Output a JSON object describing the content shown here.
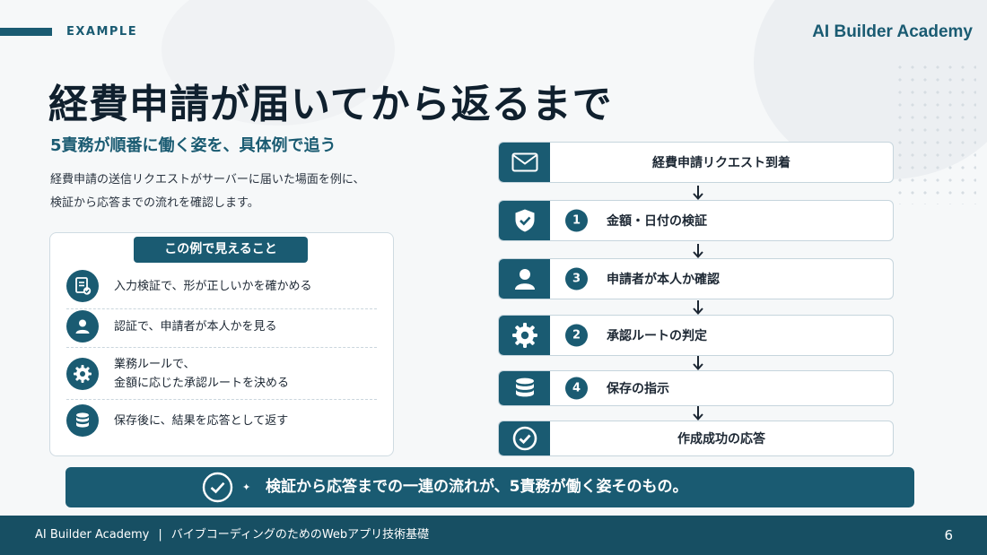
{
  "header": {
    "section_label": "EXAMPLE",
    "brand": "AI Builder Academy"
  },
  "title": "経費申請が届いてから返るまで",
  "subtitle": "5責務が順番に働く姿を、具体例で追う",
  "description": [
    "経費申請の送信リクエストがサーバーに届いた場面を例に、",
    "検証から応答までの流れを確認します。"
  ],
  "card": {
    "heading": "この例で見えること",
    "items": [
      {
        "icon": "document-check-icon",
        "text": "入力検証で、形が正しいかを確かめる"
      },
      {
        "icon": "person-icon",
        "text": "認証で、申請者が本人かを見る"
      },
      {
        "icon": "gear-icon",
        "text": "業務ルールで、",
        "text2": "金額に応じた承認ルートを決める"
      },
      {
        "icon": "database-icon",
        "text": "保存後に、結果を応答として返す"
      }
    ]
  },
  "flow": {
    "steps": [
      {
        "icon": "mail-icon",
        "num": "",
        "label": "経費申請リクエスト到着"
      },
      {
        "icon": "shield-check-icon",
        "num": "1",
        "label": "金額・日付の検証"
      },
      {
        "icon": "person-icon",
        "num": "3",
        "label": "申請者が本人か確認"
      },
      {
        "icon": "gear-icon",
        "num": "2",
        "label": "承認ルートの判定"
      },
      {
        "icon": "database-icon",
        "num": "4",
        "label": "保存の指示"
      },
      {
        "icon": "check-circle-icon",
        "num": "",
        "label": "作成成功の応答"
      }
    ]
  },
  "banner": {
    "text": "検証から応答までの一連の流れが、5責務が働く姿そのもの。"
  },
  "footer": {
    "brand": "AI Builder Academy",
    "separator": "|",
    "course": "バイブコーディングのためのWebアプリ技術基礎",
    "page": "6"
  },
  "colors": {
    "primary": "#1a5b72",
    "footer": "#174f63",
    "background": "#f6f8f9"
  }
}
